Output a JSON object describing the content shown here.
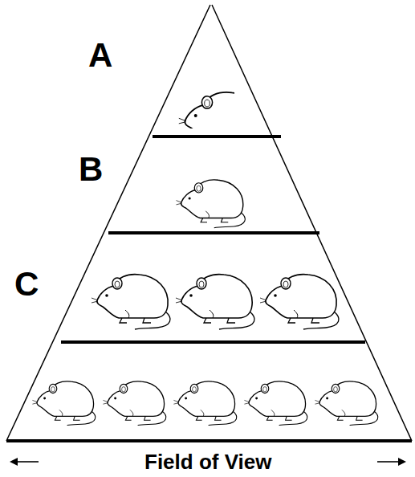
{
  "diagram": {
    "labels": [
      "A",
      "B",
      "C",
      "Field of View"
    ]
  }
}
